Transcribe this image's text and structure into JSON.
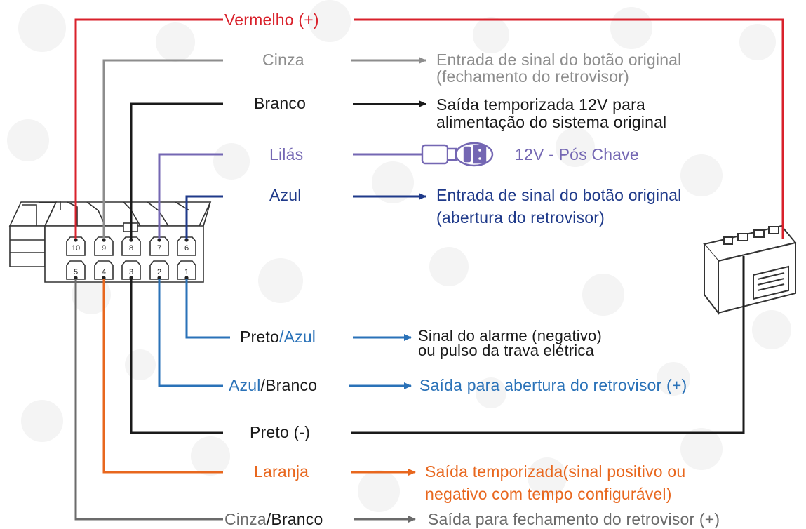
{
  "colors": {
    "red": "#d9212b",
    "gray": "#8d8d8d",
    "black": "#1a1a1a",
    "purple": "#7467b3",
    "navy": "#1f3a8a",
    "blue": "#2a72b8",
    "orange": "#e8671e",
    "dark_gray": "#6b6b6b"
  },
  "connector": {
    "top_row_pins": [
      "10",
      "9",
      "8",
      "7",
      "6"
    ],
    "bottom_row_pins": [
      "5",
      "4",
      "3",
      "2",
      "1"
    ]
  },
  "wires": {
    "vermelho": {
      "label": "Vermelho (+)"
    },
    "cinza": {
      "label": "Cinza",
      "desc_line1": "Entrada de sinal do botão original",
      "desc_line2": "(fechamento do retrovisor)"
    },
    "branco": {
      "label": "Branco",
      "desc_line1": "Saída temporizada 12V para",
      "desc_line2": "alimentação do sistema original"
    },
    "lilas": {
      "label": "Lilás",
      "desc": "12V - Pós Chave"
    },
    "azul": {
      "label": "Azul",
      "desc_line1": "Entrada de sinal do botão original",
      "desc_line2": "(abertura do retrovisor)"
    },
    "preto_azul": {
      "label_a": "Preto",
      "sep": "/",
      "label_b": "Azul",
      "desc_line1": "Sinal do alarme (negativo)",
      "desc_line2": "ou pulso da trava elétrica"
    },
    "azul_branco": {
      "label_a": "Azul",
      "sep": "/",
      "label_b": "Branco",
      "desc": "Saída para abertura do retrovisor (+)"
    },
    "preto": {
      "label": "Preto (-)"
    },
    "laranja": {
      "label": "Laranja",
      "desc_line1": "Saída temporizada(sinal positivo ou",
      "desc_line2": "negativo com tempo configurável)"
    },
    "cinza_branco": {
      "label_a": "Cinza",
      "sep": "/",
      "label_b": "Branco",
      "desc": "Saída para fechamento do retrovisor (+)"
    }
  }
}
